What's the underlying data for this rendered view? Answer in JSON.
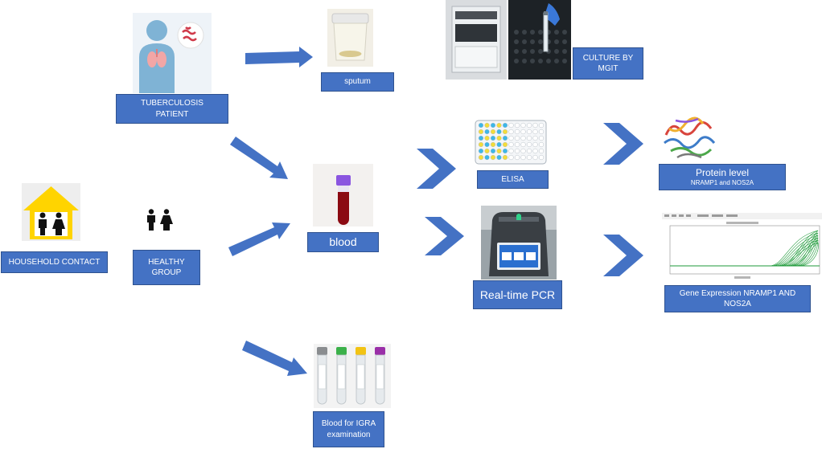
{
  "colors": {
    "box_fill": "#4472c4",
    "box_border": "#2f528f",
    "arrow_fill": "#4472c4",
    "house": "#ffd400",
    "blood": "#8b0a12",
    "curve": "#1f9a3a"
  },
  "labels": {
    "tb_patient": "TUBERCULOSIS\nPATIENT",
    "sputum": "sputum",
    "culture": "CULTURE BY\nMGIT",
    "household": "HOUSEHOLD CONTACT",
    "healthy": "HEALTHY\nGROUP",
    "blood": "blood",
    "elisa": "ELISA",
    "protein_title": "Protein level",
    "protein_sub": "NRAMP1  and NOS2A",
    "rtpcr": "Real-time PCR",
    "gene_expr": "Gene Expression NRAMP1 AND\nNOS2A",
    "igra": "Blood for IGRA\nexamination"
  },
  "icons": {
    "patient": "patient-lungs-icon",
    "bacteria": "bacteria-icon",
    "sputum_container": "sputum-container-icon",
    "mgit": "mgit-instrument-icon",
    "house": "house-family-icon",
    "people": "man-woman-icon",
    "blood_tube": "blood-tube-icon",
    "elisa_plate": "elisa-plate-icon",
    "protein": "protein-structure-icon",
    "pcr": "pcr-machine-icon",
    "amplification": "amplification-plot-icon",
    "igra_tubes": "igra-tubes-icon"
  }
}
